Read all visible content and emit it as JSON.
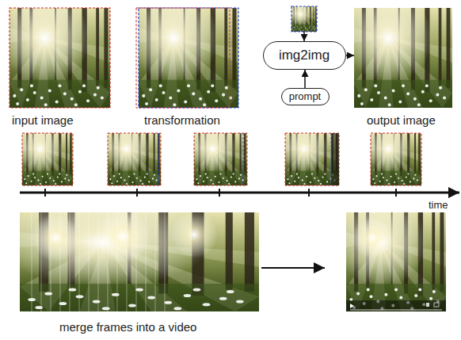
{
  "diagram": {
    "nodes": [
      {
        "text": [
          "input image"
        ]
      },
      {
        "text": [
          "transformation"
        ]
      },
      {
        "text": [
          "img2img"
        ]
      },
      {
        "text": [
          "prompt"
        ]
      },
      {
        "text": [
          "output image"
        ]
      }
    ],
    "edges": [
      {
        "from": 3,
        "to": 2,
        "arrow": "to"
      },
      {
        "from": 2,
        "to": 4,
        "arrow": "to"
      }
    ],
    "labels": [
      "time",
      "merge frames into a video"
    ]
  }
}
